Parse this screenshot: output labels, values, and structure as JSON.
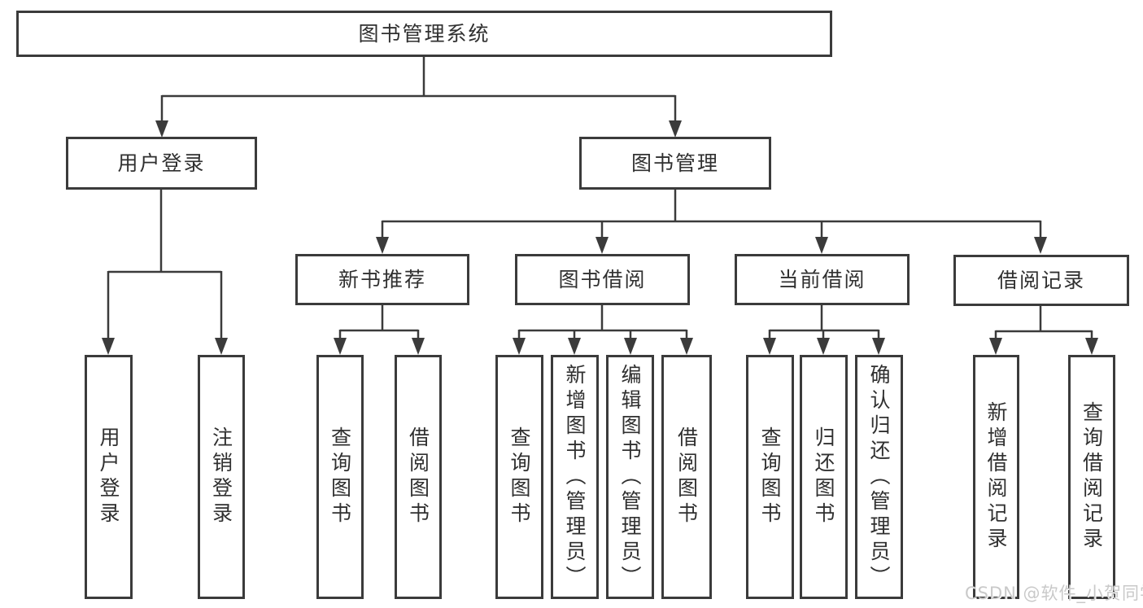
{
  "diagram": {
    "root": {
      "label": "图书管理系统"
    },
    "branches": [
      {
        "label": "用户登录",
        "children": [
          {
            "label": "用户登录"
          },
          {
            "label": "注销登录"
          }
        ]
      },
      {
        "label": "图书管理",
        "children": [
          {
            "label": "新书推荐",
            "children": [
              {
                "label": "查询图书"
              },
              {
                "label": "借阅图书"
              }
            ]
          },
          {
            "label": "图书借阅",
            "children": [
              {
                "label": "查询图书"
              },
              {
                "label": "新增图书（管理员）"
              },
              {
                "label": "编辑图书（管理员）"
              },
              {
                "label": "借阅图书"
              }
            ]
          },
          {
            "label": "当前借阅",
            "children": [
              {
                "label": "查询图书"
              },
              {
                "label": "归还图书"
              },
              {
                "label": "确认归还（管理员）"
              }
            ]
          },
          {
            "label": "借阅记录",
            "children": [
              {
                "label": "新增借阅记录"
              },
              {
                "label": "查询借阅记录"
              }
            ]
          }
        ]
      }
    ]
  },
  "watermark": {
    "text": "CSDN @软件_小贺同学"
  },
  "colors": {
    "background": "#ffffff",
    "line": "#3b3b3b",
    "box_fill": "#ffffff",
    "text": "#303030",
    "watermark": "#c9c9c9"
  }
}
